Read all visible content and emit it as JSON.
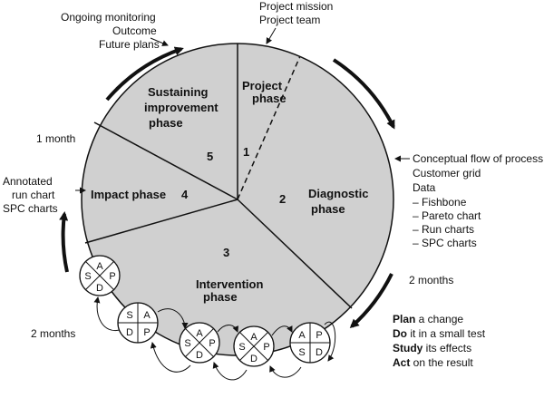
{
  "top_notes": {
    "ongoing_monitoring": "Ongoing monitoring",
    "outcome": "Outcome",
    "future_plans": "Future plans",
    "project_mission": "Project mission",
    "project_team": "Project team"
  },
  "phases": {
    "project": {
      "line1": "Project",
      "line2": "phase",
      "number": "1"
    },
    "diagnostic": {
      "line1": "Diagnostic",
      "line2": "phase",
      "number": "2"
    },
    "intervention": {
      "line1": "Intervention",
      "line2": "phase",
      "number": "3"
    },
    "impact": {
      "line1": "Impact phase",
      "number": "4"
    },
    "sustaining": {
      "line1": "Sustaining",
      "line2": "improvement",
      "line3": "phase",
      "number": "5"
    }
  },
  "side_notes": {
    "one_month": "1 month",
    "two_months_right": "2 months",
    "two_months_left": "2 months",
    "annotated": "Annotated",
    "run_chart": "run chart",
    "spc_charts": "SPC charts"
  },
  "diagnostic_tools": {
    "conceptual_flow": "Conceptual flow of process",
    "customer_grid": "Customer grid",
    "data": "Data",
    "items": [
      "– Fishbone",
      "– Pareto chart",
      "– Run charts",
      "– SPC charts"
    ]
  },
  "pdsa": {
    "plan_word": "Plan",
    "plan_rest": " a change",
    "do_word": "Do",
    "do_rest": " it in a small test",
    "study_word": "Study",
    "study_rest": " its effects",
    "act_word": "Act",
    "act_rest": " on the result",
    "letter_a": "A",
    "letter_p": "P",
    "letter_s": "S",
    "letter_d": "D"
  },
  "colors": {
    "pie_fill": "#d0d0d0",
    "line": "#111111",
    "background": "#ffffff"
  }
}
